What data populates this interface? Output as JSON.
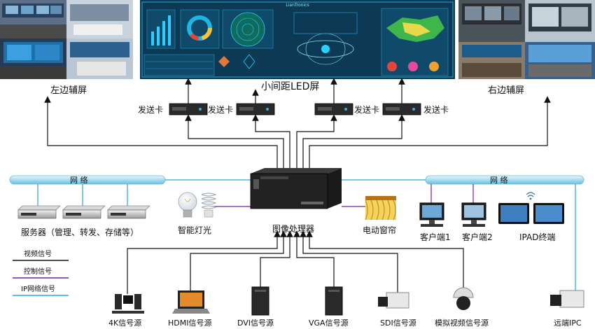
{
  "labels": {
    "left_screen": "左边辅屏",
    "center_screen": "小间距LED屏",
    "right_screen": "右边辅屏",
    "sender_card": "发送卡",
    "network": "网 络",
    "servers": "服务器（管理、转发、存储等）",
    "smart_light": "智能灯光",
    "processor": "图像处理器",
    "curtain": "电动窗帘",
    "client1": "客户端1",
    "client2": "客户端2",
    "ipad": "IPAD终端",
    "remote_ipc": "远端IPC",
    "led_brand": "LianTronics"
  },
  "legend": [
    {
      "label": "视频信号",
      "color": "#111111"
    },
    {
      "label": "控制信号",
      "color": "#7a1fa2"
    },
    {
      "label": "IP网络信号",
      "color": "#2aa7d8"
    }
  ],
  "sources": [
    "4K信号源",
    "HDMI信号源",
    "DVI信号源",
    "VGA信号源",
    "SDI信号源",
    "模拟视频信号源"
  ],
  "colors": {
    "video": "#111111",
    "control": "#7a1fa2",
    "ip": "#2aa7d8",
    "pipe": "#a9dcef",
    "led_bg": "#0c3a55"
  }
}
